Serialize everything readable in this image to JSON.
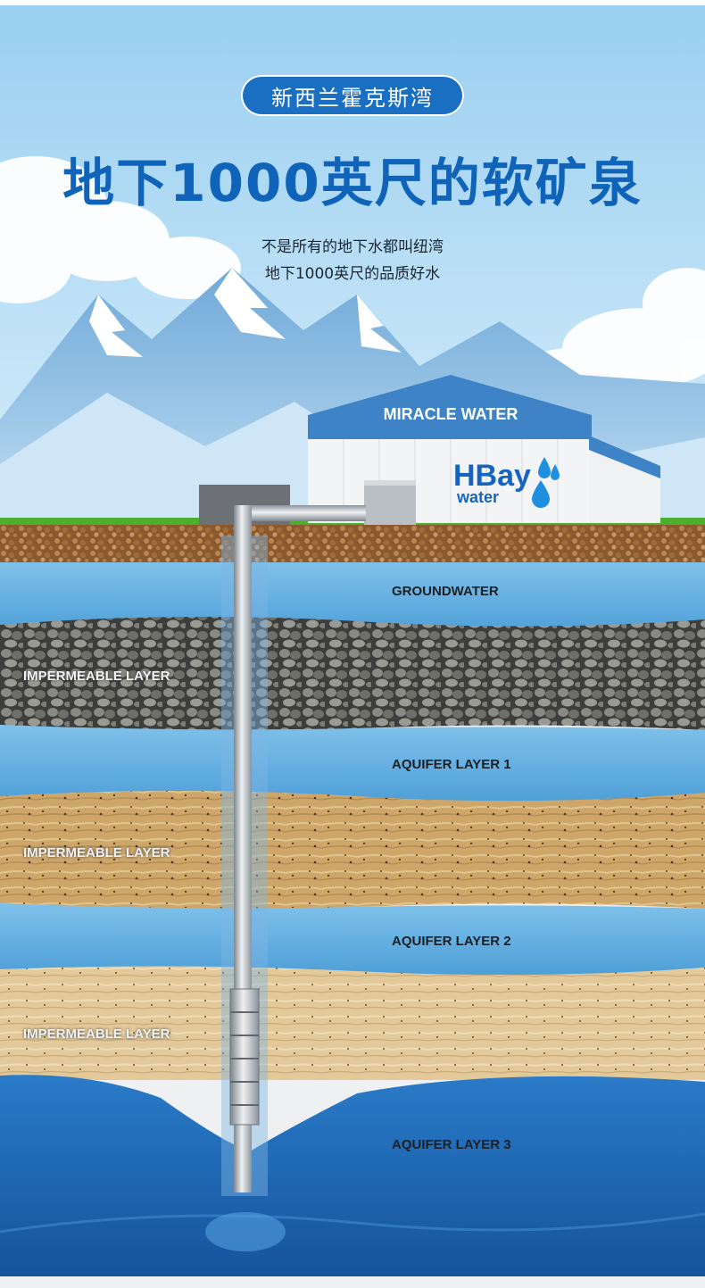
{
  "header": {
    "region": "新西兰霍克斯湾",
    "title": "地下1000英尺的软矿泉",
    "subtitle_line1": "不是所有的地下水都叫纽湾",
    "subtitle_line2": "地下1000英尺的品质好水"
  },
  "building": {
    "sign": "MIRACLE WATER",
    "brand_main": "HBay",
    "brand_sub": "water"
  },
  "layers": {
    "groundwater": "GROUNDWATER",
    "impermeable_1": "IMPERMEABLE LAYER",
    "aquifer_1": "AQUIFER LAYER 1",
    "impermeable_2": "IMPERMEABLE LAYER",
    "aquifer_2": "AQUIFER LAYER 2",
    "impermeable_3": "IMPERMEABLE LAYER",
    "aquifer_3": "AQUIFER LAYER 3"
  },
  "colors": {
    "brand_blue": "#0f63b8",
    "pill_blue": "#1b6fc2",
    "sky": "#a9d6f2",
    "grass": "#4caf2e",
    "deep_water": "#1a5fb0"
  },
  "icons": [
    "water-drop-icon"
  ]
}
